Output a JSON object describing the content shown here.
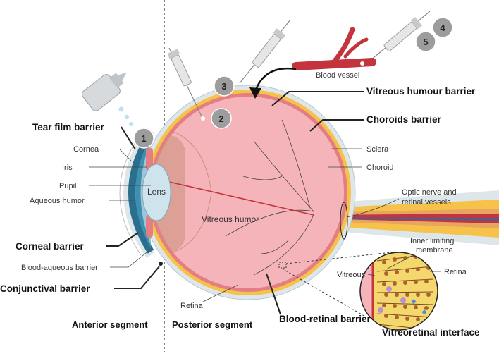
{
  "labels": {
    "tear_film_barrier": "Tear film barrier",
    "cornea": "Cornea",
    "iris": "Iris",
    "pupil": "Pupil",
    "aqueous_humor": "Aqueous humor",
    "corneal_barrier": "Corneal barrier",
    "blood_aqueous_barrier": "Blood-aqueous barrier",
    "conjunctival_barrier": "Conjunctival barrier",
    "anterior_segment": "Anterior segment",
    "posterior_segment": "Posterior segment",
    "lens": "Lens",
    "vitreous_humor": "Vitreous humor",
    "retina_bottom": "Retina",
    "blood_vessel": "Blood vessel",
    "vitreous_humour_barrier": "Vitreous humour barrier",
    "choroids_barrier": "Choroids barrier",
    "sclera": "Sclera",
    "choroid": "Choroid",
    "optic_nerve_line1": "Optic nerve and",
    "optic_nerve_line2": "retinal vessels",
    "inner_limiting_line1": "Inner limiting",
    "inner_limiting_line2": "membrane",
    "vitreous": "Vitreous",
    "retina_inset": "Retina",
    "blood_retinal_barrier": "Blood-retinal  barrier",
    "vitreoretinal_interface": "Vitreoretinal interface"
  },
  "markers": [
    "1",
    "2",
    "3",
    "4",
    "5"
  ],
  "colors": {
    "sclera": "#dde7ea",
    "choroid": "#f7c24a",
    "retina": "#e37f83",
    "vitreous": "#f5b4b9",
    "vessel": "#c4343c",
    "cornea_blue": "#2b6f8f",
    "marker_gray": "#9d9d9d"
  }
}
